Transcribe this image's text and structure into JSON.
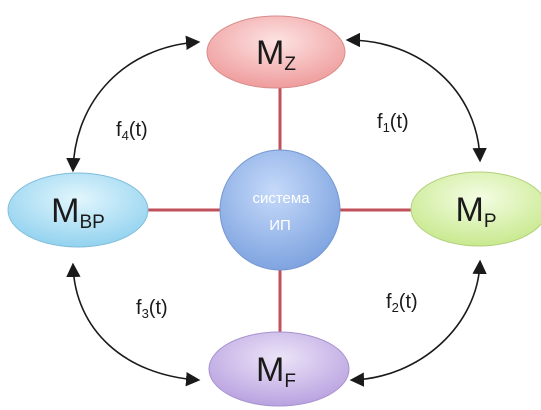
{
  "center": {
    "line1": "система",
    "line2": "ИП"
  },
  "nodes": {
    "top": {
      "main": "M",
      "sub": "Z"
    },
    "right": {
      "main": "M",
      "sub": "P"
    },
    "bottom": {
      "main": "M",
      "sub": "F"
    },
    "left": {
      "main": "M",
      "sub": "BP"
    }
  },
  "functions": {
    "f1": {
      "name": "f",
      "index": "1",
      "arg": "(t)"
    },
    "f2": {
      "name": "f",
      "index": "2",
      "arg": "(t)"
    },
    "f3": {
      "name": "f",
      "index": "3",
      "arg": "(t)"
    },
    "f4": {
      "name": "f",
      "index": "4",
      "arg": "(t)"
    }
  },
  "colors": {
    "connector": "#c0505a",
    "arrow": "#1a1a1a",
    "top_fill": "#f3a6a6",
    "right_fill": "#d8f0a8",
    "bottom_fill": "#c8b6e6",
    "left_fill": "#a8dcf2",
    "center_fill": "#9bbcea"
  }
}
